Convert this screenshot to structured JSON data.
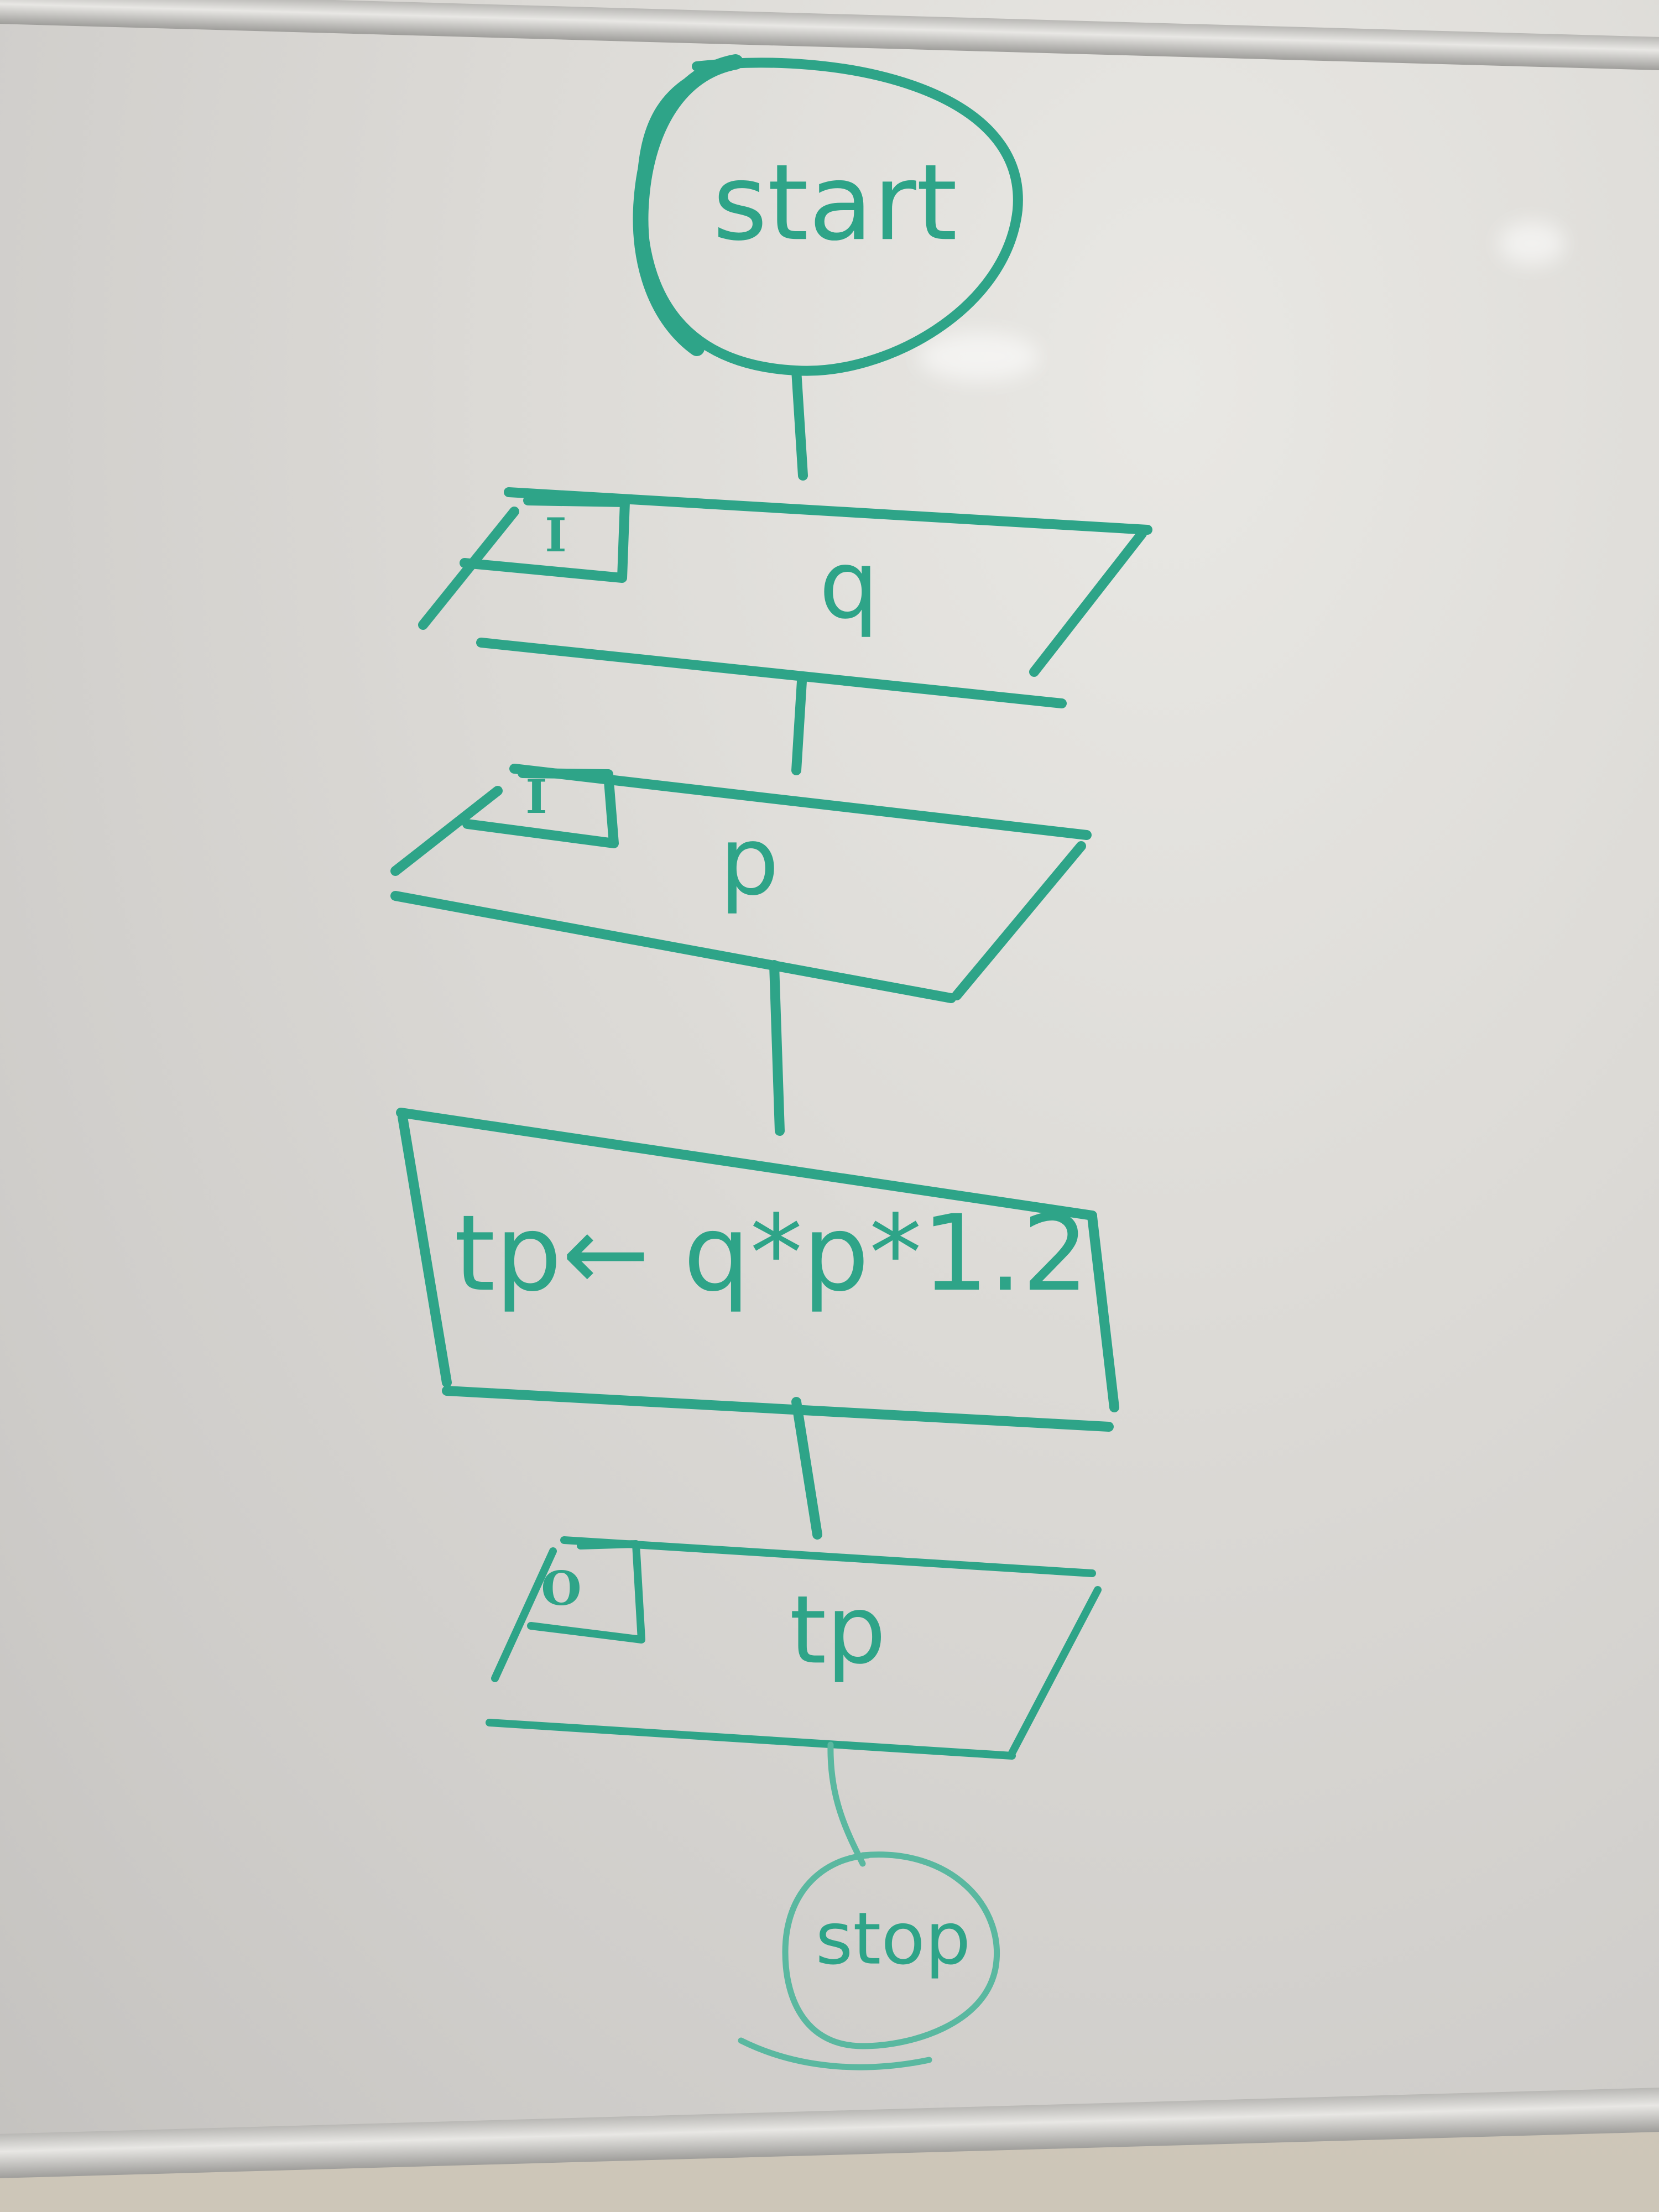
{
  "nodes": {
    "start": {
      "label": "start"
    },
    "input_q": {
      "tag": "I",
      "label": "q"
    },
    "input_p": {
      "tag": "I",
      "label": "p"
    },
    "process": {
      "label": "tp← q*p*1.2"
    },
    "output_tp": {
      "tag": "O",
      "label": "tp"
    },
    "stop": {
      "label": "stop"
    }
  }
}
